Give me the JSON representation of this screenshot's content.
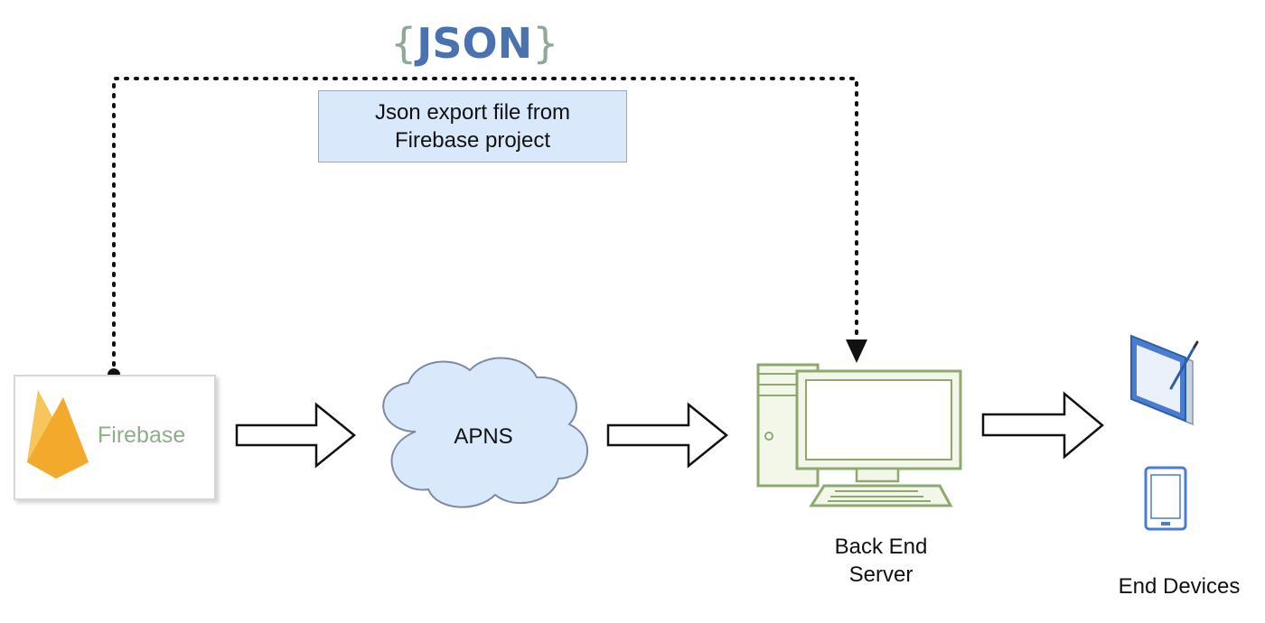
{
  "json_badge": {
    "open": "{",
    "text": "JSON",
    "close": "}"
  },
  "note": {
    "line1": "Json export file from",
    "line2": "Firebase project"
  },
  "nodes": {
    "firebase": "Firebase",
    "apns": "APNS",
    "server": {
      "line1": "Back End",
      "line2": "Server"
    },
    "devices": "End Devices"
  },
  "colors": {
    "note_fill": "#dae8fc",
    "cloud_fill": "#dae8fc",
    "server_stroke": "#8ea86f",
    "server_fill": "#f3f7ea",
    "firebase_flame": "#f5b93a",
    "firebase_text": "#8fae8a",
    "device_blue": "#4a7ccf"
  },
  "icons": [
    "firebase-flame-icon",
    "cloud-icon",
    "desktop-computer-icon",
    "tablet-with-pen-icon",
    "smartphone-icon"
  ]
}
